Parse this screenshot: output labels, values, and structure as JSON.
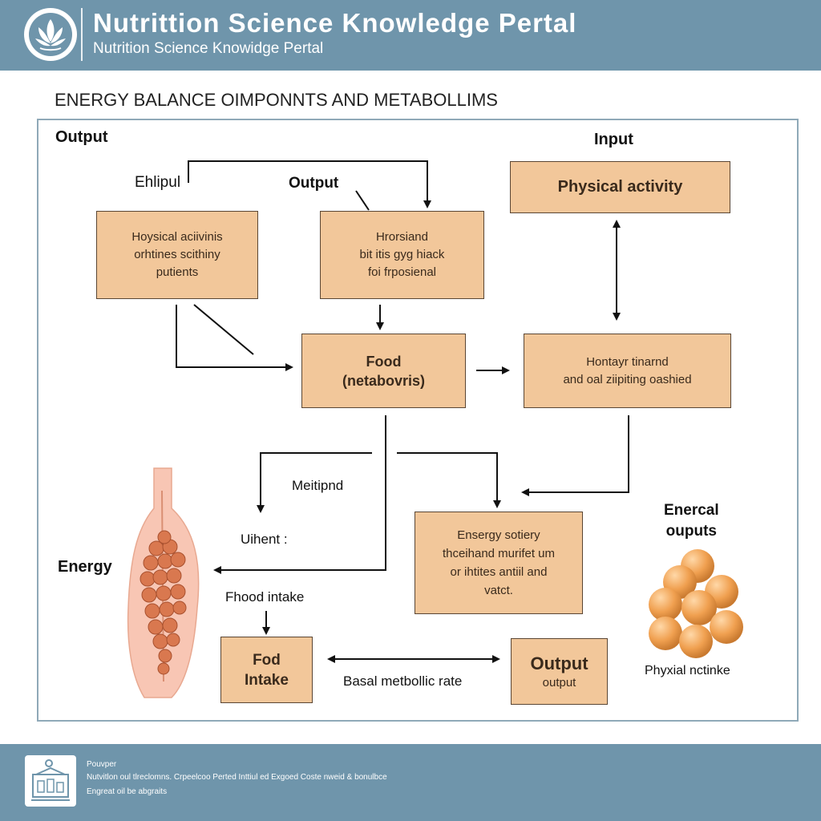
{
  "header": {
    "title": "Nutrittion Science Knowledge Pertal",
    "subtitle": "Nutrition Science Knowidge Pertal",
    "logo_icon": "lotus-icon"
  },
  "diagram": {
    "title": "ENERGY BALANCE OIMPONNTS AND METABOLLIMS",
    "labels": {
      "output_top": "Output",
      "input_top": "Input",
      "ehlipul": "Ehlipul",
      "output_mid": "Output",
      "meitipnd": "Meitipnd",
      "uihent": "Uihent :",
      "energy": "Energy",
      "fhood_intake": "Fhood intake",
      "basal": "Basal metbollic rate",
      "enercal_outputs": "Enercal\nouputs",
      "phyxial": "Phyxial nctinke"
    },
    "boxes": {
      "hoysical": "Hoysical aciivinis\norhtines scithiny\nputients",
      "hrorsiand": "Hrorsiand\nbit itis gyg hiack\nfoi frposienal",
      "physical_activity": "Physical activity",
      "food_metab": "Food\n(netabovris)",
      "hontayr": "Hontayr tinarnd\nand oal ziipiting oashied",
      "ensergy": "Ensergy sotiery\nthceihand murifet um\nor ihtites antiil and\nvatct.",
      "fod_intake": "Fod\nIntake",
      "output_box_title": "Output",
      "output_box_sub": "output"
    },
    "icons": {
      "stomach": "stomach-illustration-icon",
      "spheres": "energy-spheres-icon"
    }
  },
  "footer": {
    "icon": "nutrition-lab-icon",
    "line1": "Pouvper",
    "line2": "Nutvitlon oul tlreclomns. Crpeelcoo Perted Inttiul ed Exgoed Coste nweid & bonulbce",
    "line3": "Engreat oil be abgraits"
  },
  "colors": {
    "header_bg": "#6f95ab",
    "box_fill": "#f2c79a",
    "box_border": "#5a4634",
    "frame_border": "#8fa9b8",
    "sphere": "#f0a050"
  }
}
